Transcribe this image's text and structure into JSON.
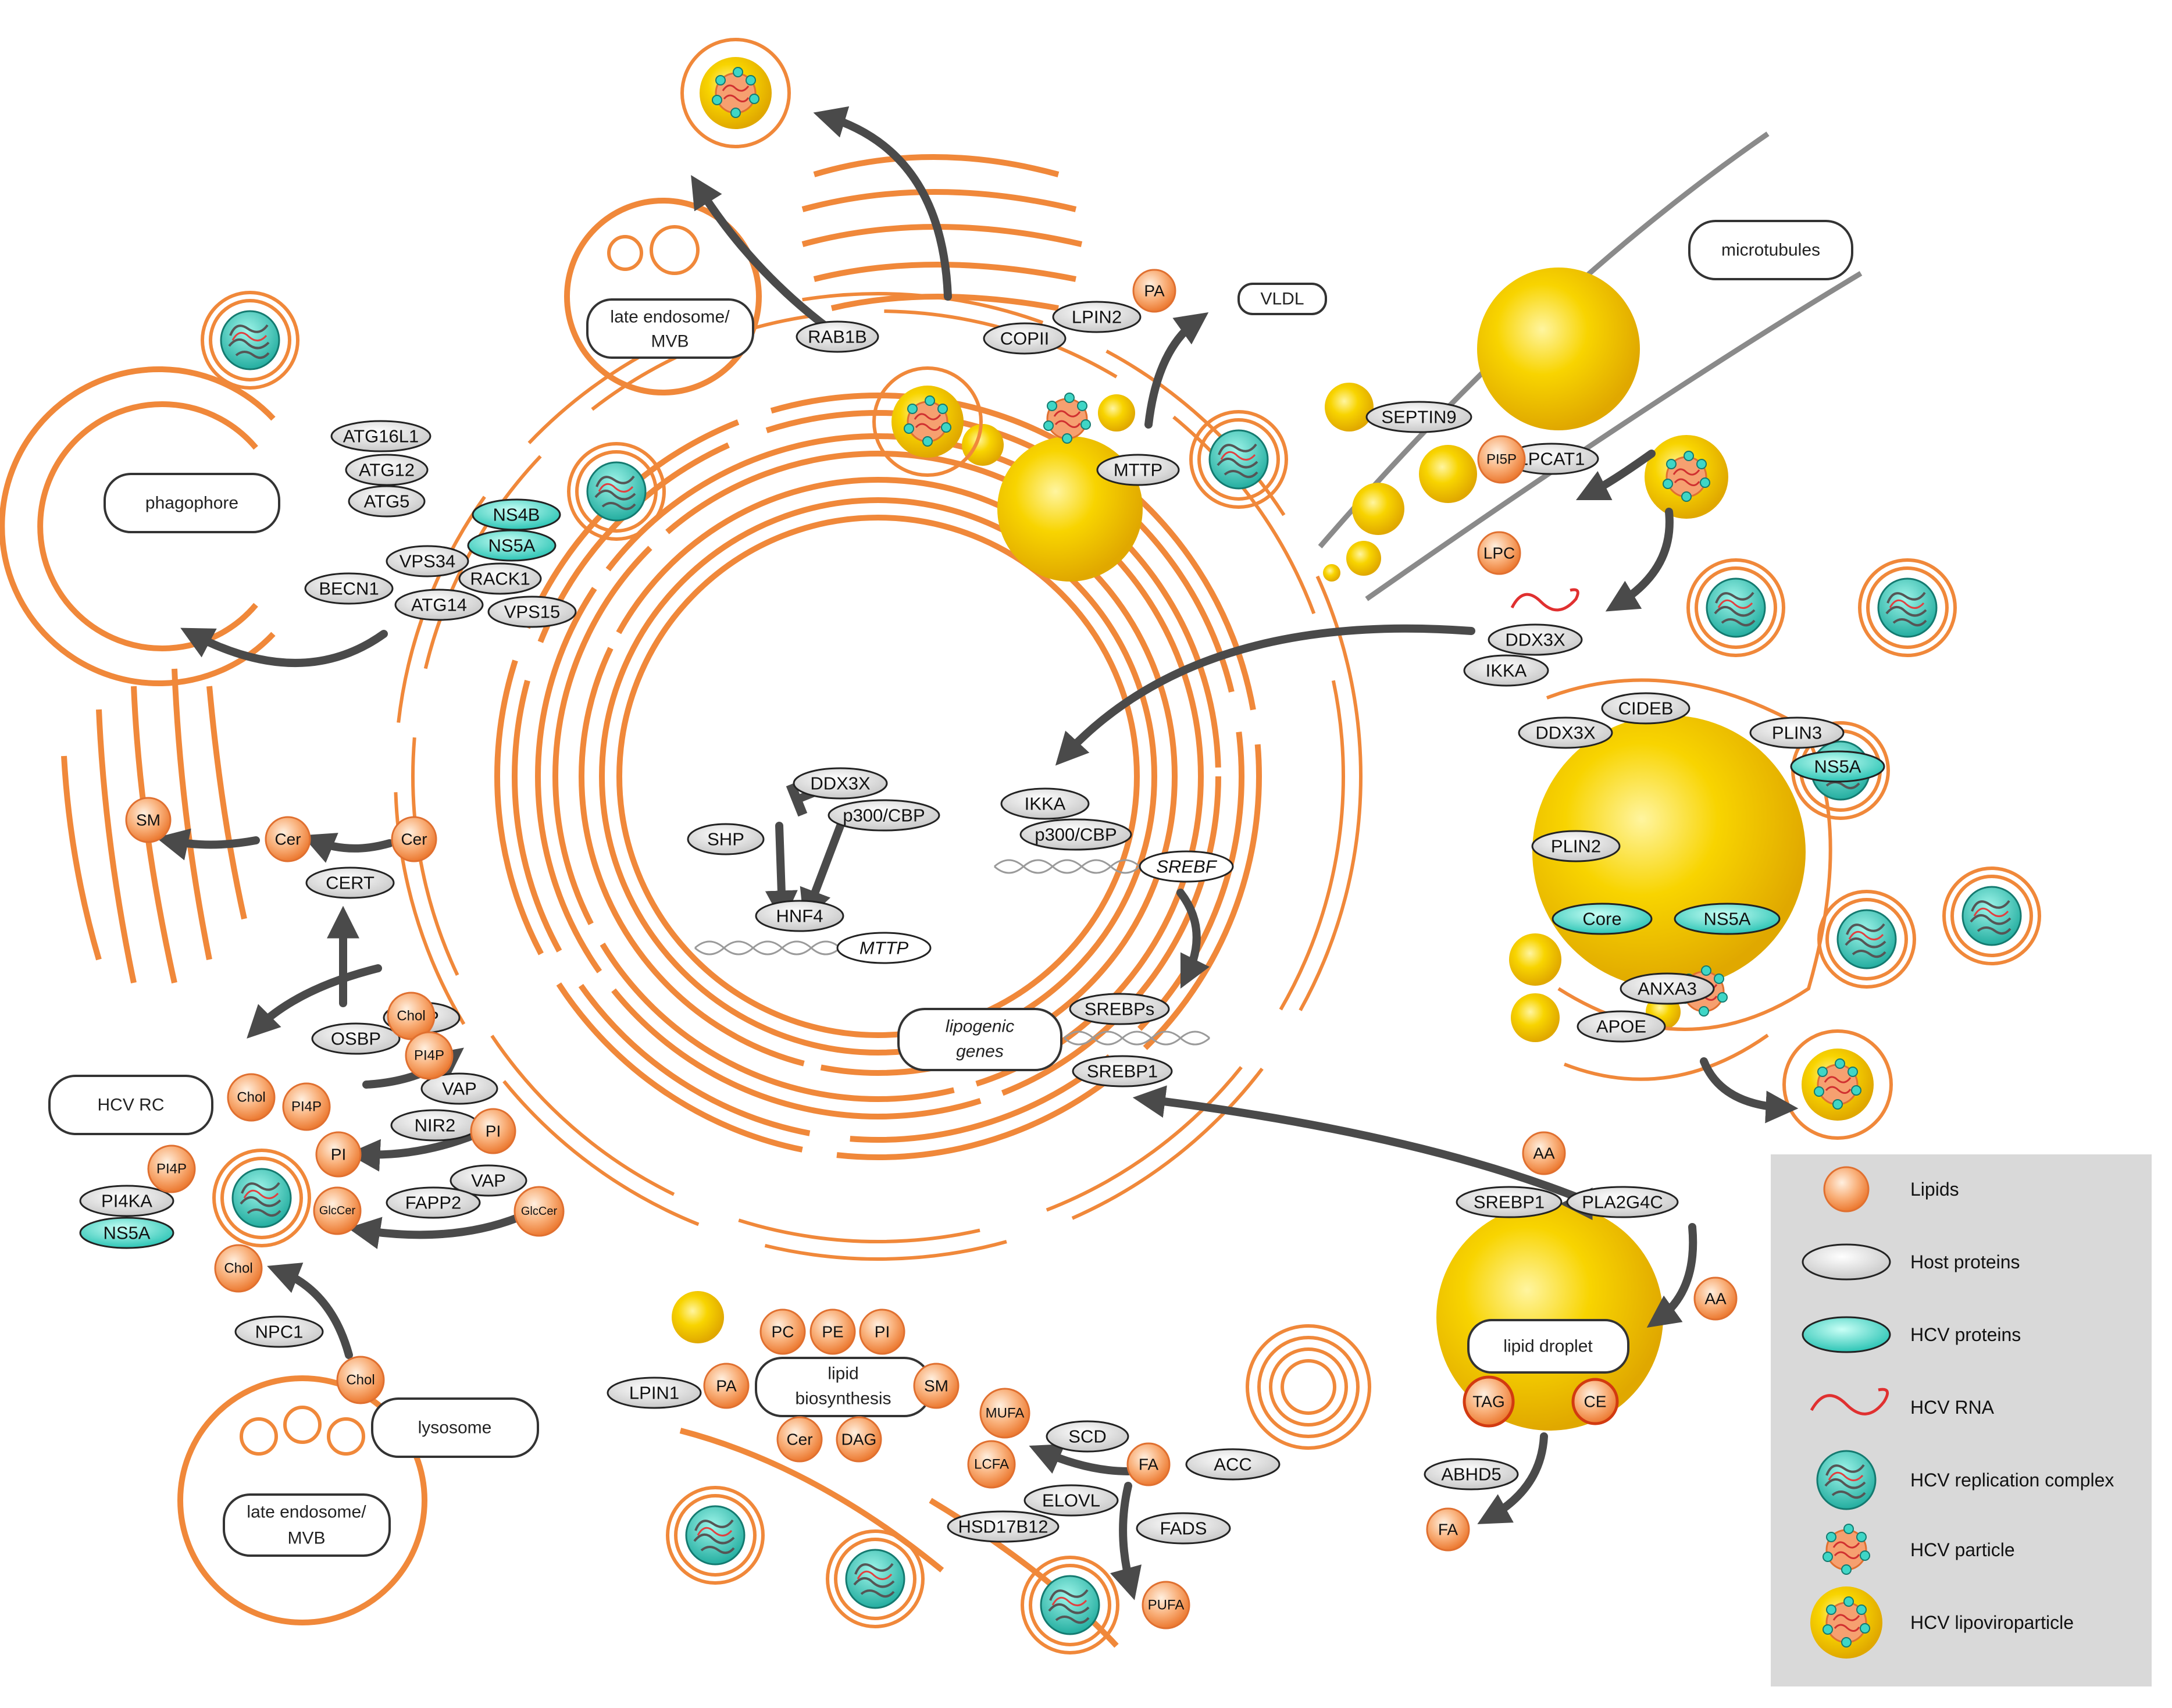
{
  "labels": {
    "late_endosome_mvb_top": "late endosome/ MVB",
    "late_endosome_mvb_bottom": "late endosome/ MVB",
    "phagophore": "phagophore",
    "vldl": "VLDL",
    "microtubules": "microtubules",
    "hcv_rc": "HCV RC",
    "lysosome": "lysosome",
    "lipid_biosynthesis": "lipid biosynthesis",
    "lipid_droplet": "lipid droplet",
    "lipogenic_genes": "lipogenic genes"
  },
  "host_proteins": {
    "atg16l1": "ATG16L1",
    "atg12": "ATG12",
    "atg5": "ATG5",
    "vps34": "VPS34",
    "rack1": "RACK1",
    "becn1": "BECN1",
    "atg14": "ATG14",
    "vps15": "VPS15",
    "rab1b": "RAB1B",
    "copii": "COPII",
    "lpin2": "LPIN2",
    "mttp": "MTTP",
    "septin9": "SEPTIN9",
    "lpcat1": "LPCAT1",
    "ddx3x_top": "DDX3X",
    "ikka_top": "IKKA",
    "cideb": "CIDEB",
    "ddx3x_ld": "DDX3X",
    "plin3": "PLIN3",
    "plin2": "PLIN2",
    "anxa3": "ANXA3",
    "apoe": "APOE",
    "ddx3x_nuc": "DDX3X",
    "p300_1": "p300/CBP",
    "shp": "SHP",
    "hnf4": "HNF4",
    "ikka_nuc": "IKKA",
    "p300_2": "p300/CBP",
    "srebps": "SREBPs",
    "srebp1_nuc": "SREBP1",
    "cert": "CERT",
    "vap1": "VAP",
    "osbp": "OSBP",
    "vap2": "VAP",
    "nir2": "NIR2",
    "vap3": "VAP",
    "fapp2": "FAPP2",
    "pi4ka": "PI4KA",
    "npc1": "NPC1",
    "srebp1_cyt": "SREBP1",
    "pla2g4c": "PLA2G4C",
    "lpin1": "LPIN1",
    "scd": "SCD",
    "acc": "ACC",
    "elovl": "ELOVL",
    "hsd17b12": "HSD17B12",
    "fads": "FADS",
    "abhd5": "ABHD5"
  },
  "hcv_proteins": {
    "ns4b": "NS4B",
    "ns5a_1": "NS5A",
    "ns5a_ld": "NS5A",
    "core": "Core",
    "ns5a_ld2": "NS5A",
    "ns5a_rc": "NS5A"
  },
  "genes": {
    "mttp_gene": "MTTP",
    "srebf_gene": "SREBF"
  },
  "lipids": {
    "pa_top": "PA",
    "pi5p": "PI5P",
    "lpc": "LPC",
    "sm_left": "SM",
    "cer_1": "Cer",
    "cer_2": "Cer",
    "chol_1": "Chol",
    "pi4p_1": "PI4P",
    "chol_2": "Chol",
    "pi4p_2": "PI4P",
    "pi_1": "PI",
    "pi_2": "PI",
    "glccer_1": "GlcCer",
    "glccer_2": "GlcCer",
    "pi4p_3": "PI4P",
    "chol_3": "Chol",
    "chol_4": "Chol",
    "aa_1": "AA",
    "aa_2": "AA",
    "tag": "TAG",
    "ce": "CE",
    "fa_ld": "FA",
    "pc": "PC",
    "pe": "PE",
    "pi_bio": "PI",
    "pa_bio": "PA",
    "sm_bio": "SM",
    "cer_bio": "Cer",
    "dag": "DAG",
    "mufa": "MUFA",
    "lcfa": "LCFA",
    "fa_bio": "FA",
    "pufa": "PUFA"
  },
  "legend": {
    "lipids": "Lipids",
    "host_proteins": "Host proteins",
    "hcv_proteins": "HCV proteins",
    "hcv_rna": "HCV RNA",
    "hcv_rc": "HCV replication complex",
    "hcv_particle": "HCV particle",
    "hcv_lvp": "HCV lipoviroparticle"
  },
  "colors": {
    "membrane": "#f0883a",
    "lipid": "#f7a060",
    "lipid_droplet": "#f2c400",
    "host_protein": "#d8d8d8",
    "hcv_protein": "#35d0c0",
    "hcv_rna": "#e03030",
    "arrow": "#4a4a4a",
    "legend_bg": "#d9d9d9"
  }
}
